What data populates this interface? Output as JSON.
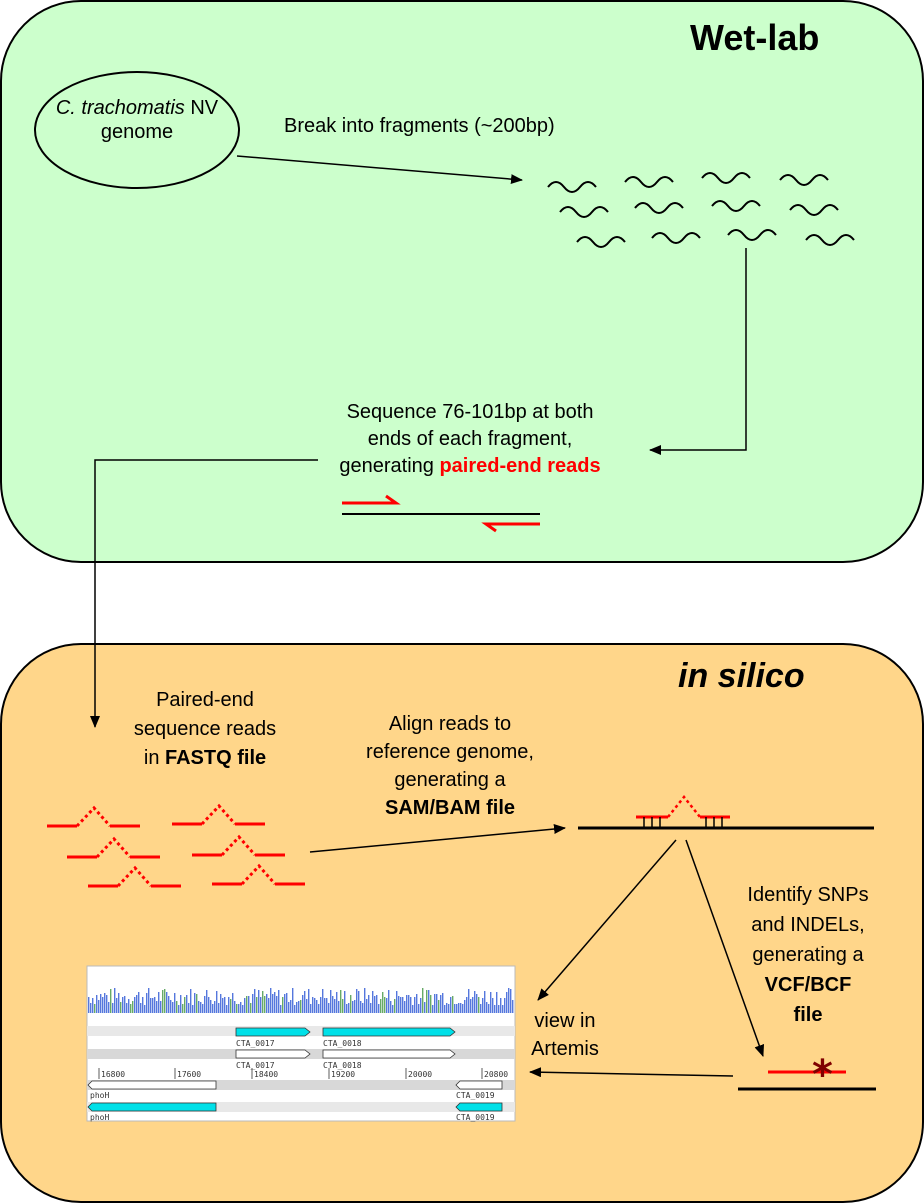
{
  "wetlab": {
    "title": "Wet-lab",
    "genome_species": "C. trachomatis",
    "genome_strain": " NV",
    "genome_word": "genome",
    "fragment_label": "Break into fragments (~200bp)",
    "sequence_line1": "Sequence 76-101bp at both",
    "sequence_line2": "ends of each fragment,",
    "sequence_line3_prefix": "generating ",
    "sequence_line3_highlight": "paired-end reads"
  },
  "insilico": {
    "title": "in silico",
    "reads_line1": "Paired-end",
    "reads_line2": "sequence reads",
    "reads_line3_prefix": "in ",
    "reads_line3_bold": "FASTQ file",
    "align_line1": "Align reads to",
    "align_line2": "reference genome,",
    "align_line3": "generating a",
    "align_line4": "SAM/BAM file",
    "snp_line1": "Identify SNPs",
    "snp_line2": "and INDELs,",
    "snp_line3": "generating a",
    "snp_line4": "VCF/BCF",
    "snp_line5": "file",
    "view_line1": "view in",
    "view_line2": "Artemis"
  },
  "artemis": {
    "ticks": [
      "16800",
      "17600",
      "18400",
      "19200",
      "20000",
      "20800"
    ],
    "genes": [
      "CTA_0017",
      "CTA_0018",
      "CTA_0017",
      "CTA_0018",
      "phoH",
      "CTA_0019",
      "phoH",
      "CTA_0019"
    ]
  },
  "colors": {
    "wetlab_bg": "#ccffcc",
    "insilico_bg": "#ffd68a",
    "read_red": "#ff0000",
    "gene_cyan": "#00e0e8",
    "coverage_blue": "#5577dd",
    "snp_marker": "#800000"
  }
}
